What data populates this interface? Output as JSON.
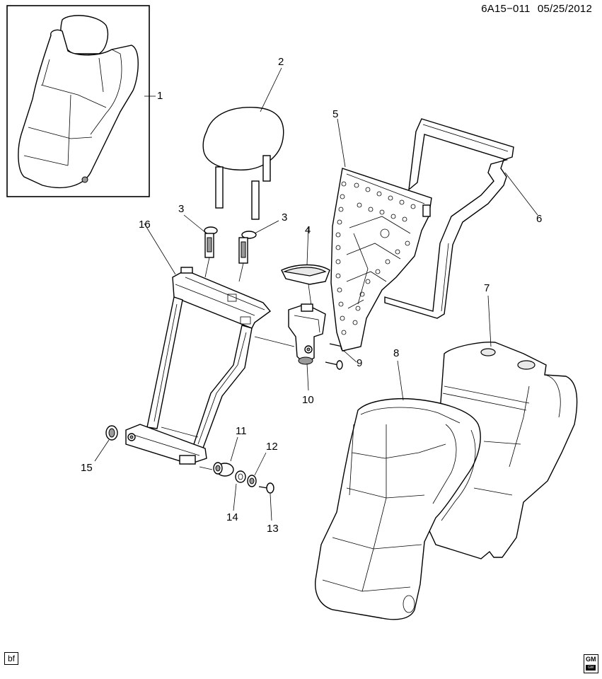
{
  "header": {
    "diagram_id": "6A15−011",
    "date": "05/25/2012"
  },
  "callouts": [
    "1",
    "2",
    "3",
    "3",
    "4",
    "5",
    "6",
    "7",
    "8",
    "9",
    "10",
    "11",
    "12",
    "13",
    "14",
    "15",
    "16"
  ],
  "footer": {
    "code_box": "bf",
    "logo_text": "GM",
    "logo_subtext": "GM"
  },
  "icons": {
    "logo": "gm-logo-icon"
  }
}
